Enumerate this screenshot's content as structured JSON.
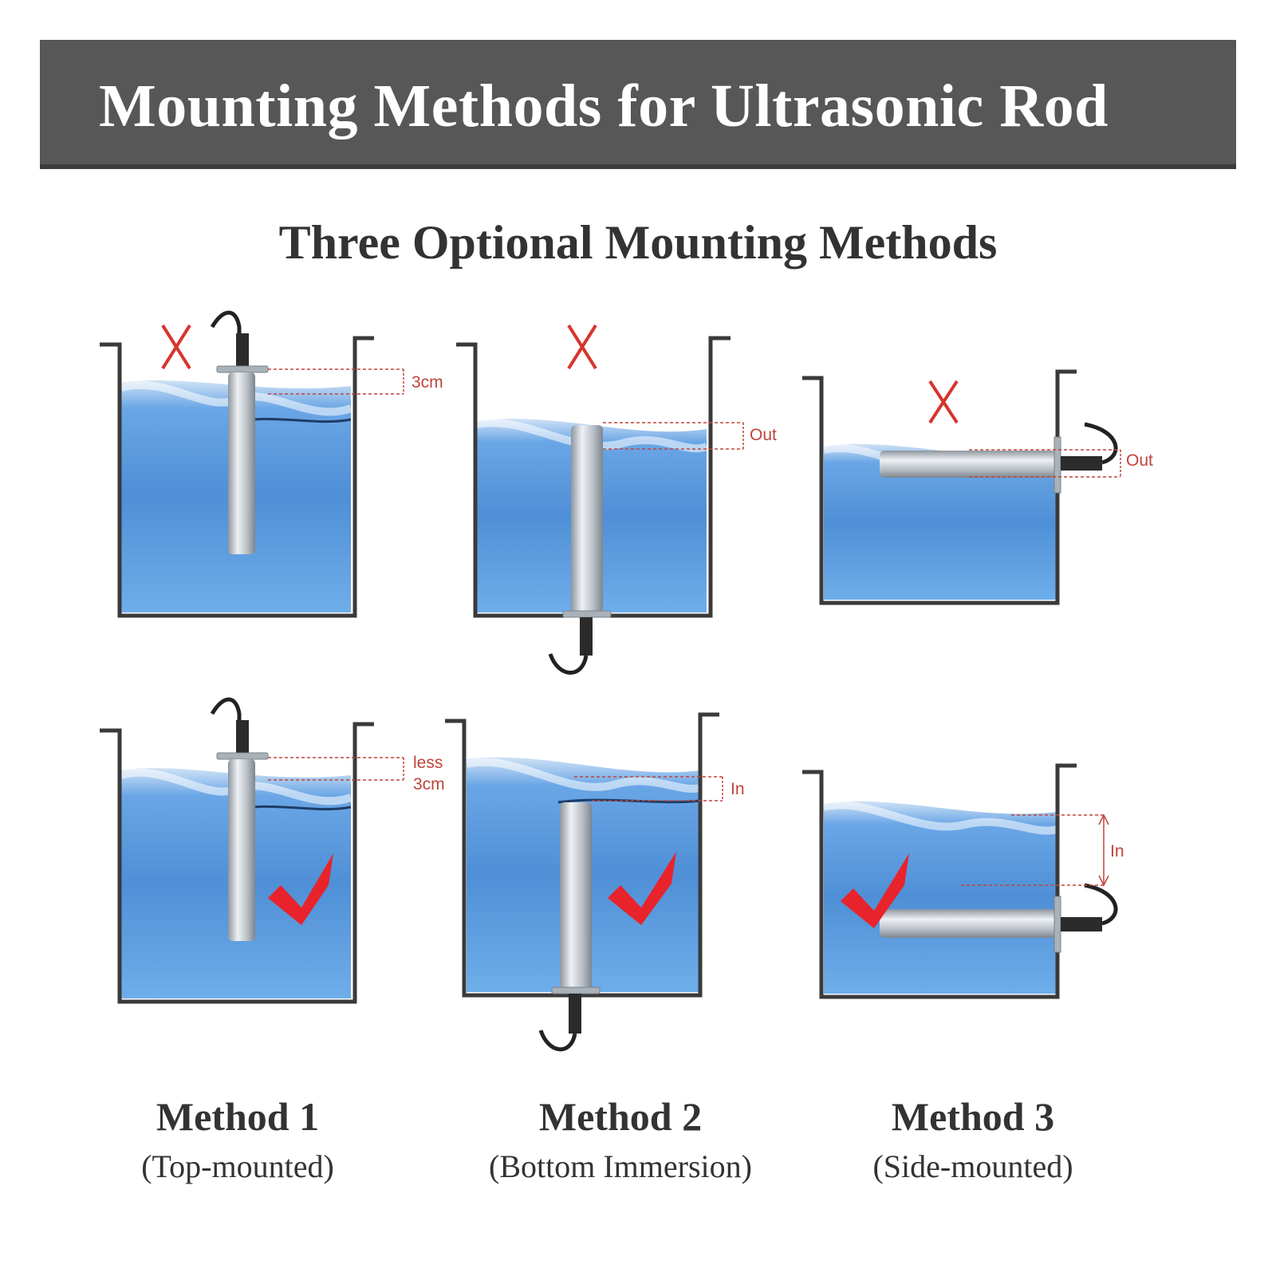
{
  "banner": {
    "title": "Mounting Methods for Ultrasonic Rod"
  },
  "subtitle": "Three Optional Mounting Methods",
  "annotations": {
    "m1_wrong": "3cm",
    "m2_wrong": "Out",
    "m3_wrong": "Out",
    "m1_right_line1": "less",
    "m1_right_line2": "3cm",
    "m2_right": "In",
    "m3_right": "In"
  },
  "methods": [
    {
      "name": "Method 1",
      "desc": "(Top-mounted)"
    },
    {
      "name": "Method 2",
      "desc": "(Bottom Immersion)"
    },
    {
      "name": "Method 3",
      "desc": "(Side-mounted)"
    }
  ],
  "colors": {
    "banner": "#575757",
    "water": "#4f8fd6",
    "mark": "#e8232b",
    "annotation": "#c0443a"
  },
  "icons": [
    "wrong-x-icon",
    "correct-check-icon",
    "ultrasonic-rod-icon",
    "cable-icon"
  ]
}
